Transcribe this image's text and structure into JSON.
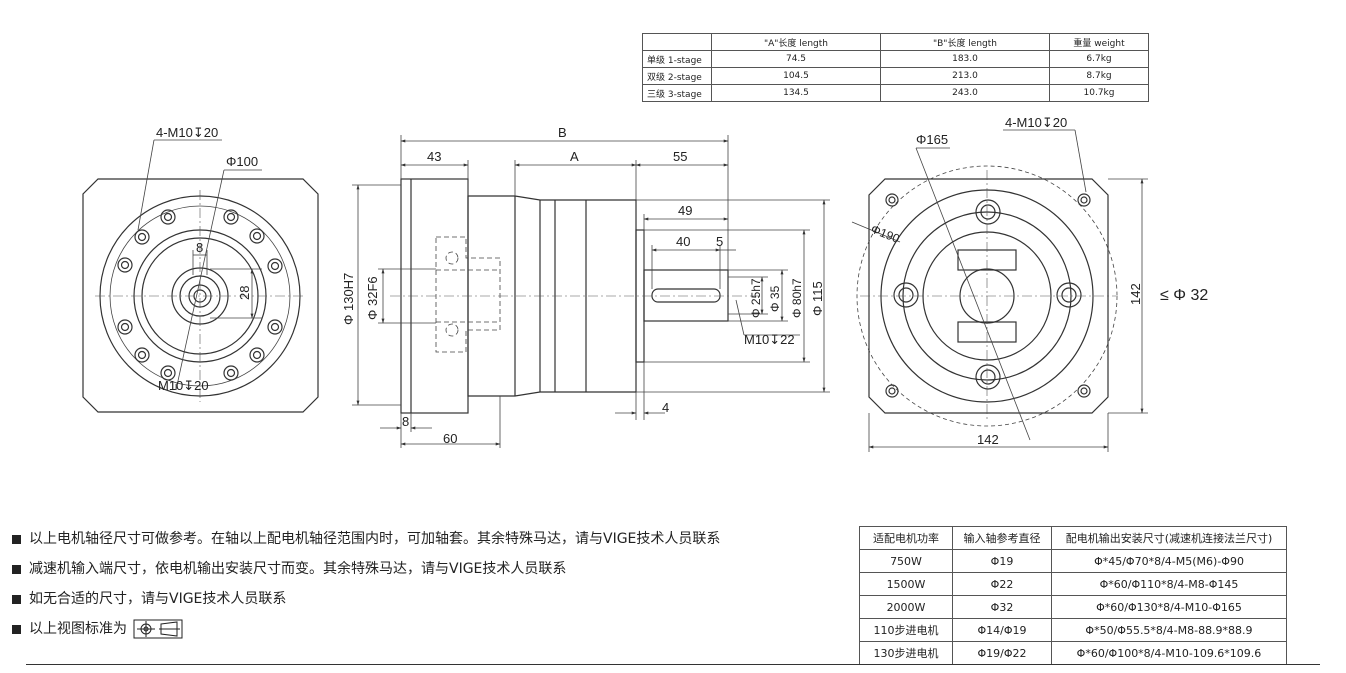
{
  "spec_table": {
    "headers": [
      "",
      "\"A\"长度 length",
      "\"B\"长度  length",
      "重量 weight"
    ],
    "rows": [
      {
        "stage": "单级 1-stage",
        "a": "74.5",
        "b": "183.0",
        "weight": "6.7kg"
      },
      {
        "stage": "双级 2-stage",
        "a": "104.5",
        "b": "213.0",
        "weight": "8.7kg"
      },
      {
        "stage": "三级 3-stage",
        "a": "134.5",
        "b": "243.0",
        "weight": "10.7kg"
      }
    ]
  },
  "front_view": {
    "bolt_label": "4-M10↧20",
    "phi100": "Φ100",
    "dim8": "8",
    "dim28": "28",
    "bottom_bolt": "M10↧20"
  },
  "side_view": {
    "B": "B",
    "A": "A",
    "d43": "43",
    "d55": "55",
    "d49": "49",
    "d40": "40",
    "d5": "5",
    "phi130": "Φ 130H7",
    "phi32": "Φ 32F6",
    "phi25": "Φ 25h7",
    "phi35": "Φ 35",
    "phi80": "Φ 80h7",
    "phi115": "Φ 115",
    "m10": "M10↧22",
    "d4": "4",
    "d8": "8",
    "d60": "60"
  },
  "rear_view": {
    "phi165": "Φ165",
    "bolt_label": "4-M10↧20",
    "phi190": "Φ190",
    "d142v": "142",
    "d142h": "142",
    "max_shaft": "≤ Φ 32"
  },
  "notes": [
    "以上电机轴径尺寸可做参考。在轴以上配电机轴径范围内时，可加轴套。其余特殊马达，请与VIGE技术人员联系",
    "减速机输入端尺寸，依电机输出安装尺寸而变。其余特殊马达，请与VIGE技术人员联系",
    "如无合适的尺寸，请与VIGE技术人员联系",
    "以上视图标准为"
  ],
  "motor_table": {
    "headers": [
      "适配电机功率",
      "输入轴参考直径",
      "配电机输出安装尺寸(减速机连接法兰尺寸)"
    ],
    "rows": [
      {
        "power": "750W",
        "shaft": "Φ19",
        "mount": "Φ*45/Φ70*8/4-M5(M6)-Φ90"
      },
      {
        "power": "1500W",
        "shaft": "Φ22",
        "mount": "Φ*60/Φ110*8/4-M8-Φ145"
      },
      {
        "power": "2000W",
        "shaft": "Φ32",
        "mount": "Φ*60/Φ130*8/4-M10-Φ165"
      },
      {
        "power": "110步进电机",
        "shaft": "Φ14/Φ19",
        "mount": "Φ*50/Φ55.5*8/4-M8-88.9*88.9"
      },
      {
        "power": "130步进电机",
        "shaft": "Φ19/Φ22",
        "mount": "Φ*60/Φ100*8/4-M10-109.6*109.6"
      }
    ]
  }
}
